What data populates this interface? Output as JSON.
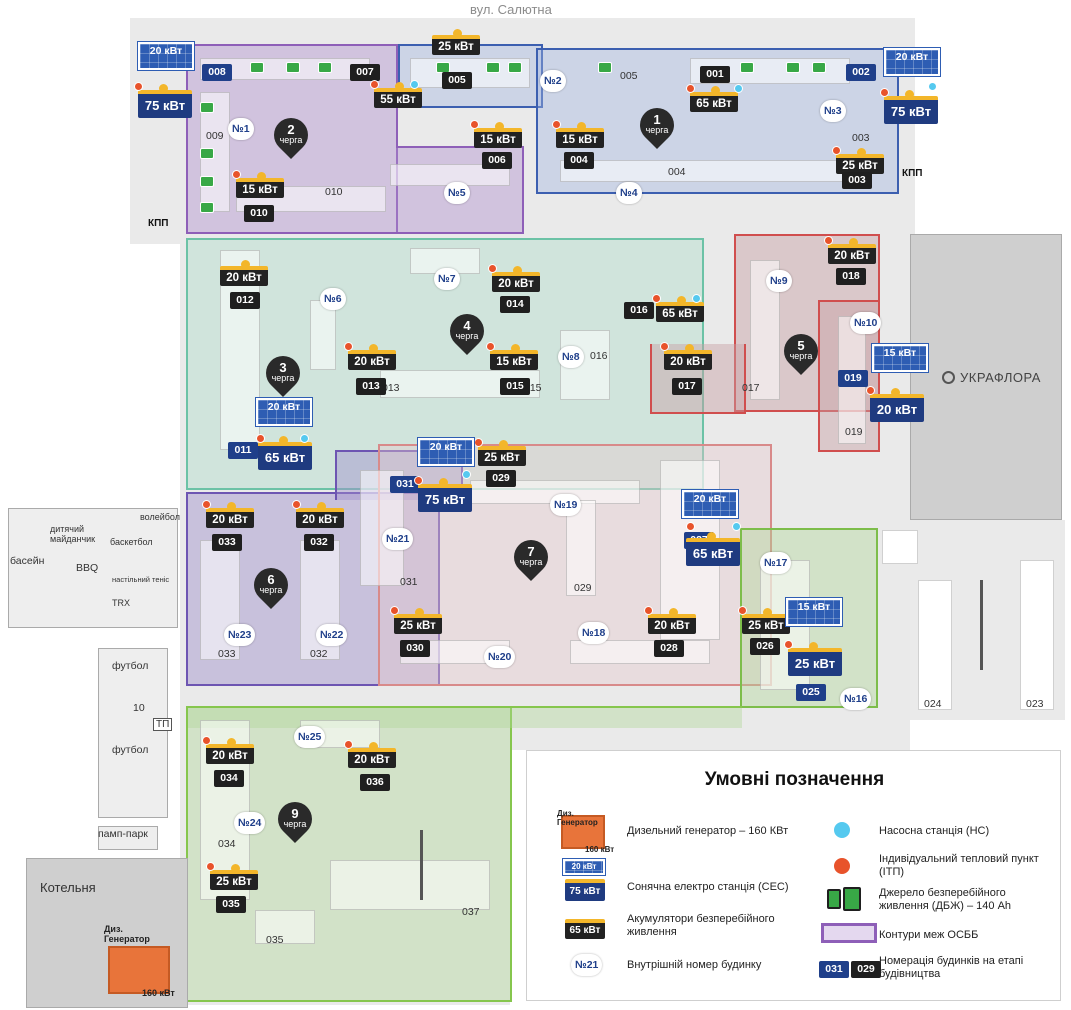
{
  "street": "вул. Салютна",
  "kpp_left": "КПП",
  "kpp_right": "КПП",
  "queue_word": "черга",
  "queues": [
    "1",
    "2",
    "3",
    "4",
    "5",
    "6",
    "7",
    "9"
  ],
  "house_labels": [
    "№1",
    "№2",
    "№3",
    "№4",
    "№5",
    "№6",
    "№7",
    "№8",
    "№9",
    "№10",
    "№16",
    "№17",
    "№18",
    "№19",
    "№20",
    "№21",
    "№22",
    "№23",
    "№24",
    "№25"
  ],
  "building_numbers": {
    "b001": "001",
    "b002": "002",
    "b003": "003",
    "b004": "004",
    "b005": "005",
    "b006": "006",
    "b007": "007",
    "b008": "008",
    "b010": "010",
    "b011": "011",
    "b012": "012",
    "b013": "013",
    "b014": "014",
    "b015": "015",
    "b016": "016",
    "b017": "017",
    "b018": "018",
    "b019": "019",
    "b025": "025",
    "b026": "026",
    "b027": "027",
    "b028": "028",
    "b029": "029",
    "b030": "030",
    "b031": "031",
    "b032": "032",
    "b033": "033",
    "b034": "034",
    "b035": "035",
    "b036": "036"
  },
  "batteries": {
    "p005": "25 кВт",
    "p001": "65 кВт",
    "p007": "55 кВт",
    "p006": "15 кВт",
    "p004": "15 кВт",
    "p003": "25 кВт",
    "p010": "15 кВт",
    "p012": "20 кВт",
    "p014": "20 кВт",
    "p016": "65 кВт",
    "p018": "20 кВт",
    "p013": "20 кВт",
    "p015": "15 кВт",
    "p017": "20 кВт",
    "p029": "25 кВт",
    "p033": "20 кВт",
    "p032": "20 кВт",
    "p030": "25 кВт",
    "p028": "20 кВт",
    "p026": "25 кВт",
    "p034": "20 кВт",
    "p036": "20 кВт",
    "p035": "25 кВт",
    "s008": "75 кВт",
    "s002": "75 кВт",
    "s011": "65 кВт",
    "s019": "20 кВт",
    "s031": "75 кВт",
    "s027": "65 кВт",
    "s025": "25 кВт"
  },
  "solar": {
    "s008": "20 кВт",
    "s002": "20 кВт",
    "s011": "20 кВт",
    "s019": "15 кВт",
    "s031": "20 кВт",
    "s027": "20 кВт",
    "s025": "15 кВт"
  },
  "map_texts": {
    "ukraflora": "УКРАФЛОРА",
    "kotelnia": "Котельня",
    "gen_title": "Диз. Генератор",
    "gen_power": "160 кВт",
    "pump_park": "памп-парк",
    "football1": "футбол",
    "football2": "футбол",
    "tp": "ТП",
    "num10": "10",
    "basein": "басейн",
    "bbq": "BBQ",
    "basketball": "баскетбол",
    "volleyball": "волейбол",
    "kids": "дитячий майданчик",
    "trx": "TRX",
    "tennis": "настільний теніс",
    "n009": "009",
    "n010s": "010",
    "n013s": "013",
    "n015s": "015",
    "n016s": "016",
    "n017s": "017",
    "n019s": "019",
    "n029s": "029",
    "n031s": "031",
    "n032s": "032",
    "n033s": "033",
    "n003s": "003",
    "n004s": "004",
    "n005s": "005",
    "n024": "024",
    "n023": "023",
    "n035s": "035",
    "n034s": "034",
    "n037": "037"
  },
  "legend": {
    "title": "Умовні позначення",
    "gen_icon_title": "Диз. Генератор",
    "gen_icon_power": "160 кВт",
    "solar_icon_top": "20 кВт",
    "solar_icon_bottom": "75 кВт",
    "battery_icon": "65 кВт",
    "house_icon": "№21",
    "build_icon_1": "031",
    "build_icon_2": "029",
    "diesel": "Дизельний генератор – 160 КВт",
    "solar": "Сонячна електро станція (СЕС)",
    "battery": "Акумулятори безперебійного живлення",
    "internal": "Внутрішній номер будинку",
    "pump": "Насосна станція (НС)",
    "itp": "Індивідуальний тепловий пункт (ІТП)",
    "ups": "Джерело безперебійного живлення (ДБЖ) – 140 Ah",
    "contour": "Контури меж ОСББ",
    "numbering": "Номерація будинків на етапі будівництва"
  },
  "colors": {
    "itp": "#e8532b",
    "pump": "#55c9ef",
    "battery_stripe": "#f3b62a",
    "osbb_contour": "#8e5fb8"
  }
}
